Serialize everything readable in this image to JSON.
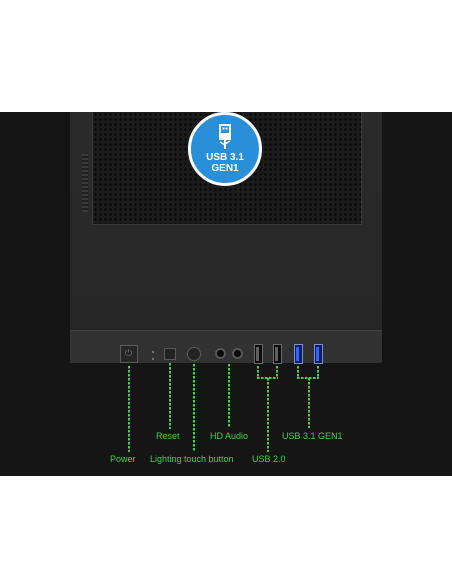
{
  "badge": {
    "line1": "USB 3.1",
    "line2": "GEN1",
    "icon": "usb-icon"
  },
  "labels": {
    "power": "Power",
    "reset": "Reset",
    "lighting": "Lighting touch button",
    "hd_audio": "HD Audio",
    "usb2": "USB 2.0",
    "usb31": "USB 3.1 GEN1"
  },
  "colors": {
    "lead_line": "#3fd24a",
    "badge_fill": "#2a8fd9",
    "usb3_port": "#2e63ff"
  }
}
